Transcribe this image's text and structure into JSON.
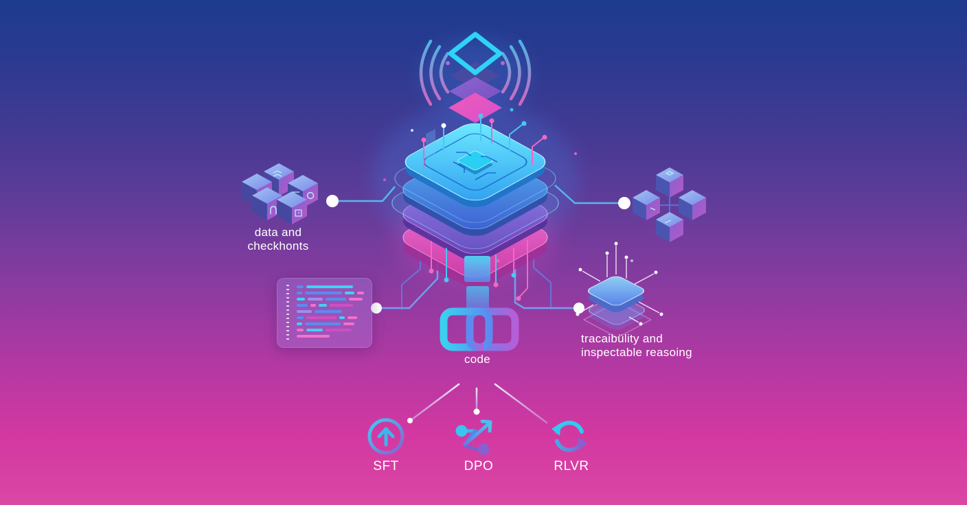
{
  "labels": {
    "data_checkpoints_line1": "data and",
    "data_checkpoints_line2": "checkhonts",
    "code": "code",
    "traceability_line1": "tracaibülity and",
    "traceability_line2": "inspectable reasoing",
    "sft": "SFT",
    "dpo": "DPO",
    "rlvr": "RLVR"
  },
  "icons": {
    "top": "layer-stack-broadcast-icon",
    "center": "circuit-chip-stack-icon",
    "link": "chain-link-icon",
    "left_cluster": "data-cubes-icon",
    "right_cluster": "network-cubes-icon",
    "traceability": "layered-plates-icon",
    "sft": "arrow-up-circle-icon",
    "dpo": "shuffle-branch-icon",
    "rlvr": "cycle-arrows-icon"
  },
  "colors": {
    "background_top": "#1d3b8e",
    "background_bottom": "#da47a4",
    "cyan": "#35d2f2",
    "blue": "#5b8bf0",
    "purple": "#8a5fd0",
    "pink": "#ef62c0",
    "magenta": "#d03aa8",
    "white": "#ffffff"
  },
  "code_panel": {
    "palette": {
      "cyan": "#3fd2f5",
      "blue": "#5b8bf0",
      "lav": "#a08df2",
      "pink": "#f272cc",
      "magenta": "#cf4fc0"
    },
    "rows": [
      [
        {
          "c": "blue",
          "w": 10
        },
        {
          "c": "cyan",
          "w": 68
        }
      ],
      [
        {
          "c": "blue",
          "w": 8
        },
        {
          "c": "blue",
          "w": 54
        },
        {
          "c": "cyan",
          "w": 14
        },
        {
          "c": "pink",
          "w": 10
        }
      ],
      [
        {
          "c": "cyan",
          "w": 12
        },
        {
          "c": "lav",
          "w": 22
        },
        {
          "c": "blue",
          "w": 30
        },
        {
          "c": "pink",
          "w": 20
        }
      ],
      [
        {
          "c": "blue",
          "w": 16
        },
        {
          "c": "pink",
          "w": 8
        },
        {
          "c": "cyan",
          "w": 12
        },
        {
          "c": "magenta",
          "w": 34
        }
      ],
      [
        {
          "c": "lav",
          "w": 22
        },
        {
          "c": "blue",
          "w": 40
        }
      ],
      [
        {
          "c": "blue",
          "w": 10
        },
        {
          "c": "magenta",
          "w": 44
        },
        {
          "c": "cyan",
          "w": 8
        },
        {
          "c": "pink",
          "w": 14
        }
      ],
      [
        {
          "c": "cyan",
          "w": 8
        },
        {
          "c": "blue",
          "w": 52
        },
        {
          "c": "pink",
          "w": 16
        }
      ],
      [
        {
          "c": "pink",
          "w": 10
        },
        {
          "c": "cyan",
          "w": 24
        },
        {
          "c": "magenta",
          "w": 38
        }
      ],
      [
        {
          "c": "pink",
          "w": 48
        }
      ]
    ]
  }
}
